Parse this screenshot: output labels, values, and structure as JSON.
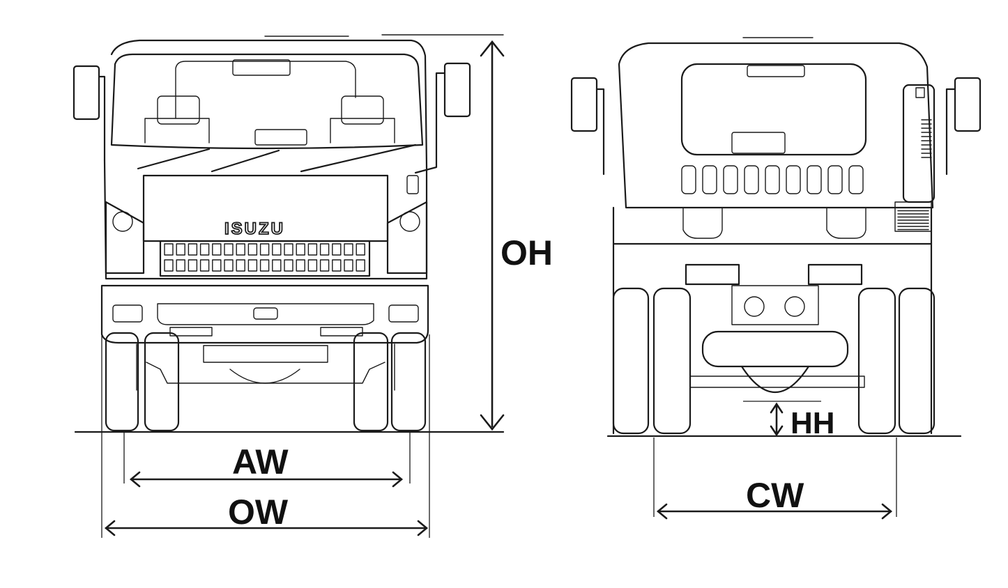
{
  "diagram": {
    "brand_logo": "ISUZU",
    "labels": {
      "overall_height": "OH",
      "axle_width": "AW",
      "overall_width": "OW",
      "chassis_width": "CW",
      "hitch_height": "HH"
    }
  }
}
